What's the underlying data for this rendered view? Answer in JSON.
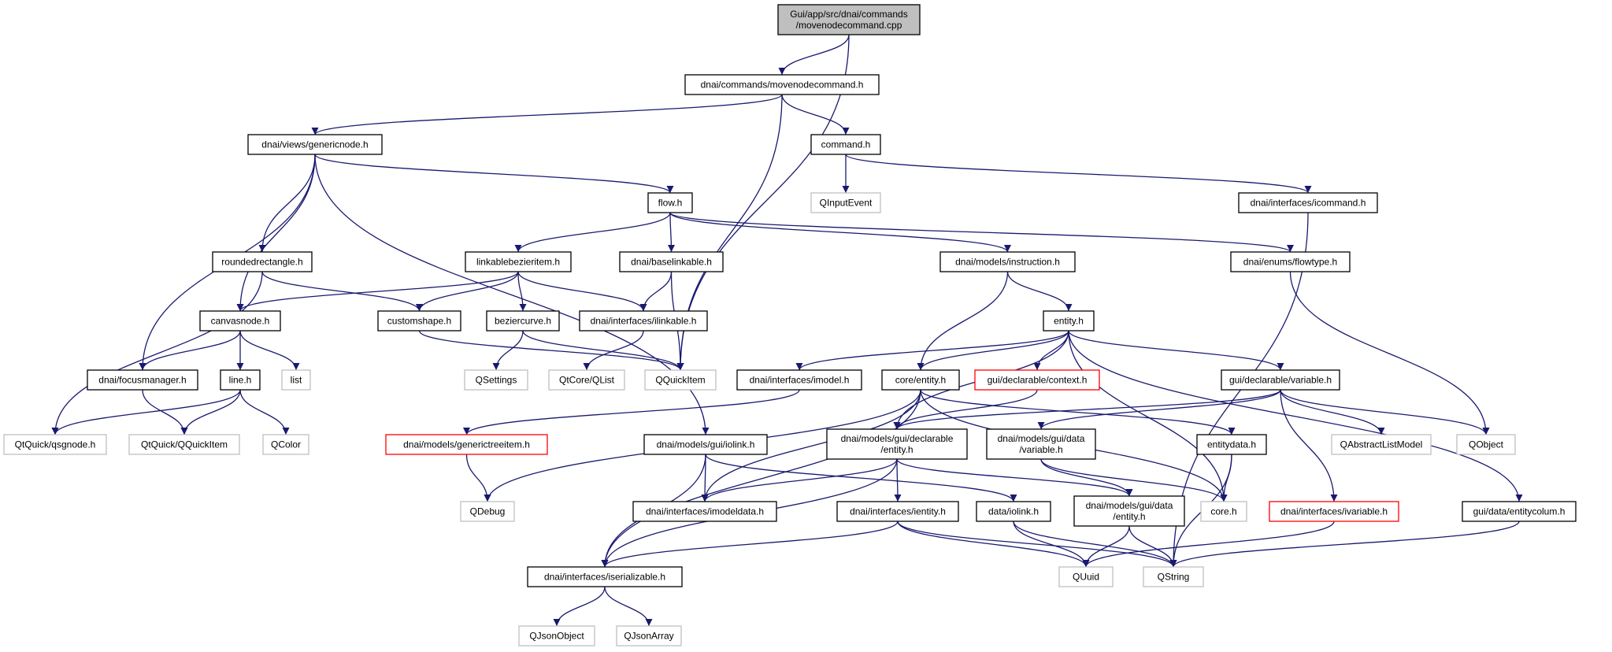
{
  "colors": {
    "edge": "#191970",
    "node_border": "#000000",
    "external_border": "#bfbfbf",
    "external_text": "#4d4d4d",
    "incomplete_border": "#ff0000",
    "root_fill": "#bfbfbf",
    "node_fill": "#ffffff"
  },
  "nodes": [
    {
      "id": "root",
      "name": "node-root-movenodecommand-cpp",
      "lines": [
        "Gui/app/src/dnai/commands",
        "/movenodecommand.cpp"
      ],
      "kind": "root"
    },
    {
      "id": "movenodecommand_h",
      "name": "node-movenodecommand-h",
      "lines": [
        "dnai/commands/movenodecommand.h"
      ],
      "kind": "file"
    },
    {
      "id": "genericnode_h",
      "name": "node-genericnode-h",
      "lines": [
        "dnai/views/genericnode.h"
      ],
      "kind": "file"
    },
    {
      "id": "command_h",
      "name": "node-command-h",
      "lines": [
        "command.h"
      ],
      "kind": "file"
    },
    {
      "id": "qinputevent",
      "name": "node-qinputevent",
      "lines": [
        "QInputEvent"
      ],
      "kind": "external"
    },
    {
      "id": "flow_h",
      "name": "node-flow-h",
      "lines": [
        "flow.h"
      ],
      "kind": "file"
    },
    {
      "id": "icommand_h",
      "name": "node-icommand-h",
      "lines": [
        "dnai/interfaces/icommand.h"
      ],
      "kind": "file"
    },
    {
      "id": "roundedrectangle_h",
      "name": "node-roundedrectangle-h",
      "lines": [
        "roundedrectangle.h"
      ],
      "kind": "file"
    },
    {
      "id": "linkablebezieritem_h",
      "name": "node-linkablebezieritem-h",
      "lines": [
        "linkablebezieritem.h"
      ],
      "kind": "file"
    },
    {
      "id": "baselinkable_h",
      "name": "node-baselinkable-h",
      "lines": [
        "dnai/baselinkable.h"
      ],
      "kind": "file"
    },
    {
      "id": "instruction_h",
      "name": "node-instruction-h",
      "lines": [
        "dnai/models/instruction.h"
      ],
      "kind": "file"
    },
    {
      "id": "flowtype_h",
      "name": "node-flowtype-h",
      "lines": [
        "dnai/enums/flowtype.h"
      ],
      "kind": "file"
    },
    {
      "id": "canvasnode_h",
      "name": "node-canvasnode-h",
      "lines": [
        "canvasnode.h"
      ],
      "kind": "file"
    },
    {
      "id": "customshape_h",
      "name": "node-customshape-h",
      "lines": [
        "customshape.h"
      ],
      "kind": "file"
    },
    {
      "id": "beziercurve_h",
      "name": "node-beziercurve-h",
      "lines": [
        "beziercurve.h"
      ],
      "kind": "file"
    },
    {
      "id": "ilinkable_h",
      "name": "node-ilinkable-h",
      "lines": [
        "dnai/interfaces/ilinkable.h"
      ],
      "kind": "file"
    },
    {
      "id": "entity_h",
      "name": "node-entity-h",
      "lines": [
        "entity.h"
      ],
      "kind": "file"
    },
    {
      "id": "list",
      "name": "node-list",
      "lines": [
        "list"
      ],
      "kind": "external"
    },
    {
      "id": "focusmanager_h",
      "name": "node-focusmanager-h",
      "lines": [
        "dnai/focusmanager.h"
      ],
      "kind": "file"
    },
    {
      "id": "line_h",
      "name": "node-line-h",
      "lines": [
        "line.h"
      ],
      "kind": "file"
    },
    {
      "id": "qsettings",
      "name": "node-qsettings",
      "lines": [
        "QSettings"
      ],
      "kind": "external"
    },
    {
      "id": "qtcore_qlist",
      "name": "node-qtcore-qlist",
      "lines": [
        "QtCore/QList"
      ],
      "kind": "external"
    },
    {
      "id": "qquickitem",
      "name": "node-qquickitem",
      "lines": [
        "QQuickItem"
      ],
      "kind": "external"
    },
    {
      "id": "imodel_h",
      "name": "node-imodel-h",
      "lines": [
        "dnai/interfaces/imodel.h"
      ],
      "kind": "file"
    },
    {
      "id": "core_entity_h",
      "name": "node-core-entity-h",
      "lines": [
        "core/entity.h"
      ],
      "kind": "file"
    },
    {
      "id": "context_h",
      "name": "node-context-h",
      "lines": [
        "gui/declarable/context.h"
      ],
      "kind": "incomplete"
    },
    {
      "id": "gui_variable_h",
      "name": "node-gui-declarable-variable-h",
      "lines": [
        "gui/declarable/variable.h"
      ],
      "kind": "file"
    },
    {
      "id": "qtquick_qsgnode_h",
      "name": "node-qtquick-qsgnode-h",
      "lines": [
        "QtQuick/qsgnode.h"
      ],
      "kind": "external"
    },
    {
      "id": "qtquick_qquickitem",
      "name": "node-qtquick-qquickitem",
      "lines": [
        "QtQuick/QQuickItem"
      ],
      "kind": "external"
    },
    {
      "id": "qcolor",
      "name": "node-qcolor",
      "lines": [
        "QColor"
      ],
      "kind": "external"
    },
    {
      "id": "genericitem_h",
      "name": "node-generictreeitem-h",
      "lines": [
        "dnai/models/generictreeitem.h"
      ],
      "kind": "incomplete"
    },
    {
      "id": "iolink_h",
      "name": "node-models-gui-iolink-h",
      "lines": [
        "dnai/models/gui/iolink.h"
      ],
      "kind": "file"
    },
    {
      "id": "decl_entity_h",
      "name": "node-gui-declarable-entity-h",
      "lines": [
        "dnai/models/gui/declarable",
        "/entity.h"
      ],
      "kind": "file"
    },
    {
      "id": "data_variable_h",
      "name": "node-gui-data-variable-h",
      "lines": [
        "dnai/models/gui/data",
        "/variable.h"
      ],
      "kind": "file"
    },
    {
      "id": "entitydata_h",
      "name": "node-entitydata-h",
      "lines": [
        "entitydata.h"
      ],
      "kind": "file"
    },
    {
      "id": "qabstractlistmodel",
      "name": "node-qabstractlistmodel",
      "lines": [
        "QAbstractListModel"
      ],
      "kind": "external"
    },
    {
      "id": "qobject",
      "name": "node-qobject",
      "lines": [
        "QObject"
      ],
      "kind": "external"
    },
    {
      "id": "qdebug",
      "name": "node-qdebug",
      "lines": [
        "QDebug"
      ],
      "kind": "external"
    },
    {
      "id": "imodeldata_h",
      "name": "node-imodeldata-h",
      "lines": [
        "dnai/interfaces/imodeldata.h"
      ],
      "kind": "file"
    },
    {
      "id": "ientity_h",
      "name": "node-ientity-h",
      "lines": [
        "dnai/interfaces/ientity.h"
      ],
      "kind": "file"
    },
    {
      "id": "data_iolink_h",
      "name": "node-data-iolink-h",
      "lines": [
        "data/iolink.h"
      ],
      "kind": "file"
    },
    {
      "id": "data_entity_h",
      "name": "node-gui-data-entity-h",
      "lines": [
        "dnai/models/gui/data",
        "/entity.h"
      ],
      "kind": "file"
    },
    {
      "id": "core_h",
      "name": "node-core-h",
      "lines": [
        "core.h"
      ],
      "kind": "external"
    },
    {
      "id": "ivariable_h",
      "name": "node-ivariable-h",
      "lines": [
        "dnai/interfaces/ivariable.h"
      ],
      "kind": "incomplete"
    },
    {
      "id": "entitycolum_h",
      "name": "node-entitycolum-h",
      "lines": [
        "gui/data/entitycolum.h"
      ],
      "kind": "file"
    },
    {
      "id": "iserializable_h",
      "name": "node-iserializable-h",
      "lines": [
        "dnai/interfaces/iserializable.h"
      ],
      "kind": "file"
    },
    {
      "id": "quuid",
      "name": "node-quuid",
      "lines": [
        "QUuid"
      ],
      "kind": "external"
    },
    {
      "id": "qstring",
      "name": "node-qstring",
      "lines": [
        "QString"
      ],
      "kind": "external"
    },
    {
      "id": "qjsonobject",
      "name": "node-qjsonobject",
      "lines": [
        "QJsonObject"
      ],
      "kind": "external"
    },
    {
      "id": "qjsonarray",
      "name": "node-qjsonarray",
      "lines": [
        "QJsonArray"
      ],
      "kind": "external"
    }
  ],
  "edges": [
    [
      "root",
      "movenodecommand_h"
    ],
    [
      "root",
      "qquickitem"
    ],
    [
      "movenodecommand_h",
      "genericnode_h"
    ],
    [
      "movenodecommand_h",
      "command_h"
    ],
    [
      "movenodecommand_h",
      "qquickitem"
    ],
    [
      "command_h",
      "qinputevent"
    ],
    [
      "command_h",
      "icommand_h"
    ],
    [
      "icommand_h",
      "qstring"
    ],
    [
      "genericnode_h",
      "flow_h"
    ],
    [
      "genericnode_h",
      "roundedrectangle_h"
    ],
    [
      "genericnode_h",
      "canvasnode_h"
    ],
    [
      "genericnode_h",
      "focusmanager_h"
    ],
    [
      "genericnode_h",
      "iolink_h"
    ],
    [
      "flow_h",
      "linkablebezieritem_h"
    ],
    [
      "flow_h",
      "baselinkable_h"
    ],
    [
      "flow_h",
      "instruction_h"
    ],
    [
      "flow_h",
      "flowtype_h"
    ],
    [
      "flowtype_h",
      "qobject"
    ],
    [
      "roundedrectangle_h",
      "customshape_h"
    ],
    [
      "roundedrectangle_h",
      "qtquick_qsgnode_h"
    ],
    [
      "linkablebezieritem_h",
      "canvasnode_h"
    ],
    [
      "linkablebezieritem_h",
      "customshape_h"
    ],
    [
      "linkablebezieritem_h",
      "beziercurve_h"
    ],
    [
      "linkablebezieritem_h",
      "ilinkable_h"
    ],
    [
      "baselinkable_h",
      "ilinkable_h"
    ],
    [
      "baselinkable_h",
      "qquickitem"
    ],
    [
      "instruction_h",
      "entity_h"
    ],
    [
      "instruction_h",
      "core_entity_h"
    ],
    [
      "canvasnode_h",
      "focusmanager_h"
    ],
    [
      "canvasnode_h",
      "line_h"
    ],
    [
      "canvasnode_h",
      "list"
    ],
    [
      "customshape_h",
      "qquickitem"
    ],
    [
      "beziercurve_h",
      "qsettings"
    ],
    [
      "beziercurve_h",
      "qquickitem"
    ],
    [
      "ilinkable_h",
      "qtcore_qlist"
    ],
    [
      "focusmanager_h",
      "qtquick_qquickitem"
    ],
    [
      "line_h",
      "qtquick_qsgnode_h"
    ],
    [
      "line_h",
      "qtquick_qquickitem"
    ],
    [
      "line_h",
      "qcolor"
    ],
    [
      "entity_h",
      "imodel_h"
    ],
    [
      "entity_h",
      "core_entity_h"
    ],
    [
      "entity_h",
      "context_h"
    ],
    [
      "entity_h",
      "gui_variable_h"
    ],
    [
      "entity_h",
      "decl_entity_h"
    ],
    [
      "entity_h",
      "core_h"
    ],
    [
      "entity_h",
      "entitycolum_h"
    ],
    [
      "imodel_h",
      "genericitem_h"
    ],
    [
      "genericitem_h",
      "qdebug"
    ],
    [
      "core_entity_h",
      "qdebug"
    ],
    [
      "core_entity_h",
      "imodeldata_h"
    ],
    [
      "core_entity_h",
      "iserializable_h"
    ],
    [
      "core_entity_h",
      "entitydata_h"
    ],
    [
      "core_entity_h",
      "core_h"
    ],
    [
      "context_h",
      "decl_entity_h"
    ],
    [
      "gui_variable_h",
      "decl_entity_h"
    ],
    [
      "gui_variable_h",
      "data_variable_h"
    ],
    [
      "gui_variable_h",
      "qabstractlistmodel"
    ],
    [
      "gui_variable_h",
      "qobject"
    ],
    [
      "gui_variable_h",
      "ivariable_h"
    ],
    [
      "iolink_h",
      "imodeldata_h"
    ],
    [
      "iolink_h",
      "iserializable_h"
    ],
    [
      "iolink_h",
      "data_iolink_h"
    ],
    [
      "decl_entity_h",
      "imodeldata_h"
    ],
    [
      "decl_entity_h",
      "ientity_h"
    ],
    [
      "decl_entity_h",
      "data_entity_h"
    ],
    [
      "decl_entity_h",
      "iserializable_h"
    ],
    [
      "data_variable_h",
      "data_entity_h"
    ],
    [
      "data_variable_h",
      "core_h"
    ],
    [
      "entitydata_h",
      "core_h"
    ],
    [
      "entitydata_h",
      "qstring"
    ],
    [
      "ientity_h",
      "iserializable_h"
    ],
    [
      "ientity_h",
      "quuid"
    ],
    [
      "ientity_h",
      "qstring"
    ],
    [
      "data_iolink_h",
      "quuid"
    ],
    [
      "data_iolink_h",
      "qstring"
    ],
    [
      "data_entity_h",
      "quuid"
    ],
    [
      "data_entity_h",
      "qstring"
    ],
    [
      "ivariable_h",
      "quuid"
    ],
    [
      "entitycolum_h",
      "qstring"
    ],
    [
      "iserializable_h",
      "qjsonobject"
    ],
    [
      "iserializable_h",
      "qjsonarray"
    ]
  ]
}
